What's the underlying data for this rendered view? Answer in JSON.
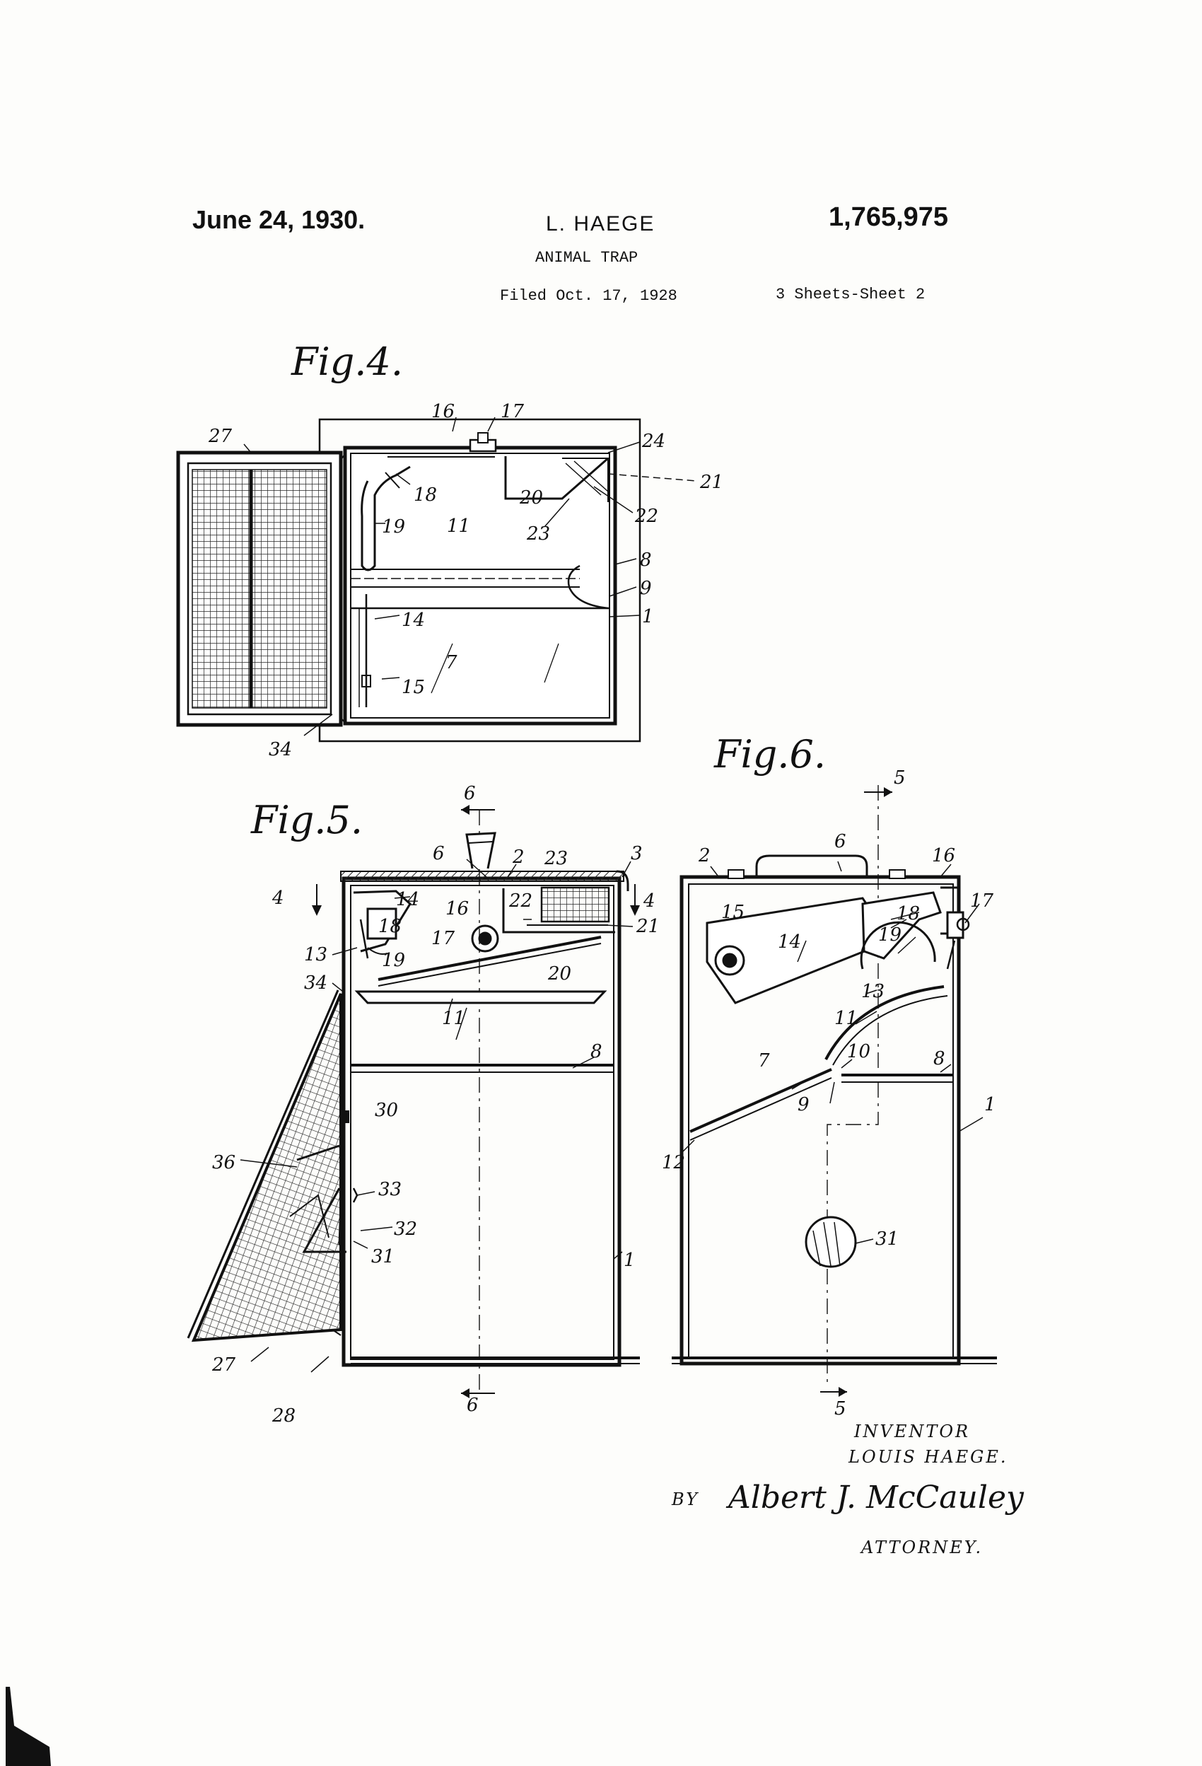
{
  "header": {
    "date": "June 24, 1930.",
    "inventor": "L. HAEGE",
    "patent_number": "1,765,975",
    "title": "ANIMAL TRAP",
    "filed": "Filed Oct. 17, 1928",
    "sheets": "3 Sheets-Sheet 2"
  },
  "figures": {
    "fig4": "Fig.4.",
    "fig5": "Fig.5.",
    "fig6": "Fig.6."
  },
  "fig4_labels": {
    "l27": "27",
    "l16": "16",
    "l17": "17",
    "l24": "24",
    "l21": "21",
    "l18": "18",
    "l20": "20",
    "l22": "22",
    "l19": "19",
    "l11": "11",
    "l23": "23",
    "l8": "8",
    "l9": "9",
    "l1": "1",
    "l14": "14",
    "l7": "7",
    "l15": "15",
    "l34": "34"
  },
  "fig5_labels": {
    "sec6a": "6",
    "l6": "6",
    "l2": "2",
    "l23": "23",
    "l3": "3",
    "sec4a": "4",
    "sec4b": "4",
    "l14": "14",
    "l22": "22",
    "l18": "18",
    "l16": "16",
    "l17": "17",
    "l21": "21",
    "l13": "13",
    "l19": "19",
    "l20": "20",
    "l34": "34",
    "l11": "11",
    "l8": "8",
    "l30": "30",
    "l36": "36",
    "l33": "33",
    "l32": "32",
    "l31": "31",
    "l1": "1",
    "l27": "27",
    "l28": "28",
    "sec6b": "6"
  },
  "fig6_labels": {
    "sec5a": "5",
    "l6": "6",
    "l2": "2",
    "l16": "16",
    "l15": "15",
    "l18": "18",
    "l17": "17",
    "l14": "14",
    "l19": "19",
    "l13": "13",
    "l11": "11",
    "l10": "10",
    "l8": "8",
    "l7": "7",
    "l9": "9",
    "l1": "1",
    "l12": "12",
    "l31": "31",
    "sec5b": "5"
  },
  "signature": {
    "inventor_caption": "INVENTOR",
    "inventor_name": "LOUIS HAEGE.",
    "by": "BY",
    "attorney_signature": "Albert J. McCauley",
    "attorney_caption": "ATTORNEY."
  }
}
